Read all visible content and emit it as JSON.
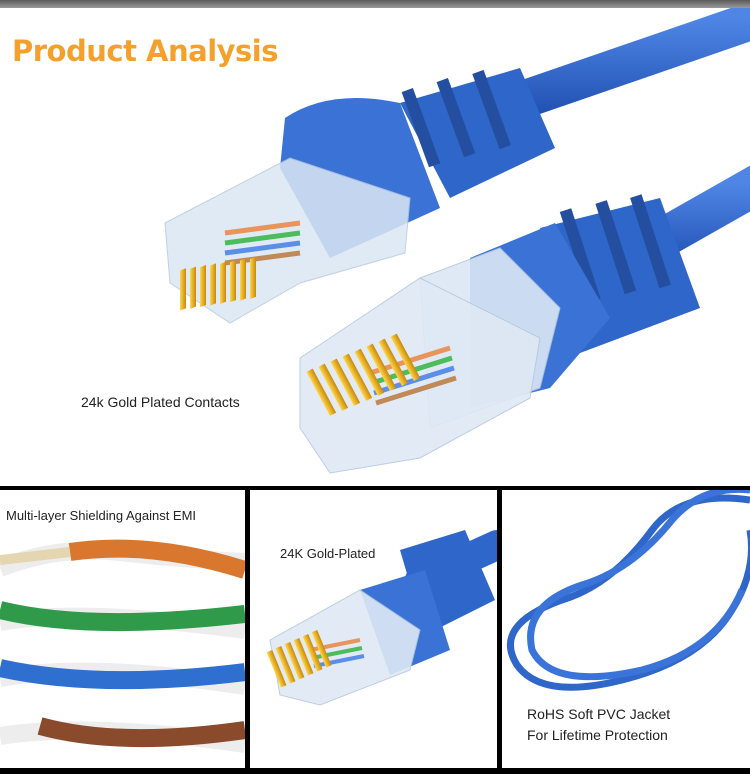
{
  "hero": {
    "title": "Product Analysis",
    "caption": "24k Gold Plated Contacts"
  },
  "panels": [
    {
      "caption": "Multi-layer Shielding Against EMI"
    },
    {
      "caption": "24K Gold-Plated"
    },
    {
      "caption_line1": "RoHS Soft PVC Jacket",
      "caption_line2": "For Lifetime Protection"
    }
  ],
  "colors": {
    "accent": "#f3a12c",
    "cable_blue": "#2f66c9",
    "gold": "#e0a816"
  }
}
